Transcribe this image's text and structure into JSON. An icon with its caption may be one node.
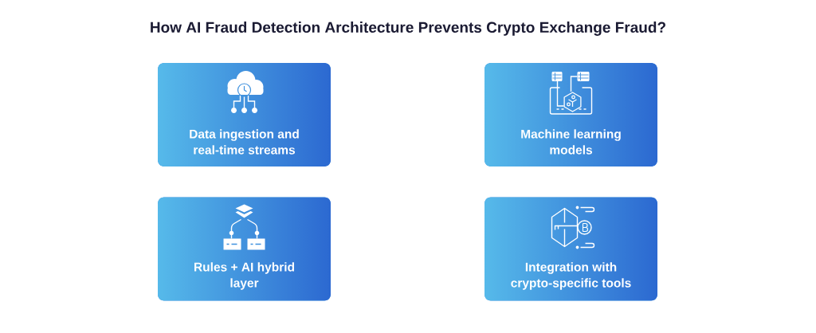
{
  "diagram": {
    "title": "How AI Fraud Detection Architecture Prevents Crypto Exchange Fraud?",
    "nodes": [
      {
        "text": [
          "Data ingestion and real-time streams"
        ]
      },
      {
        "text": [
          "Machine learning models"
        ]
      },
      {
        "text": [
          "Rules + AI hybrid layer"
        ]
      },
      {
        "text": [
          "Integration with crypto-specific tools"
        ]
      }
    ]
  }
}
